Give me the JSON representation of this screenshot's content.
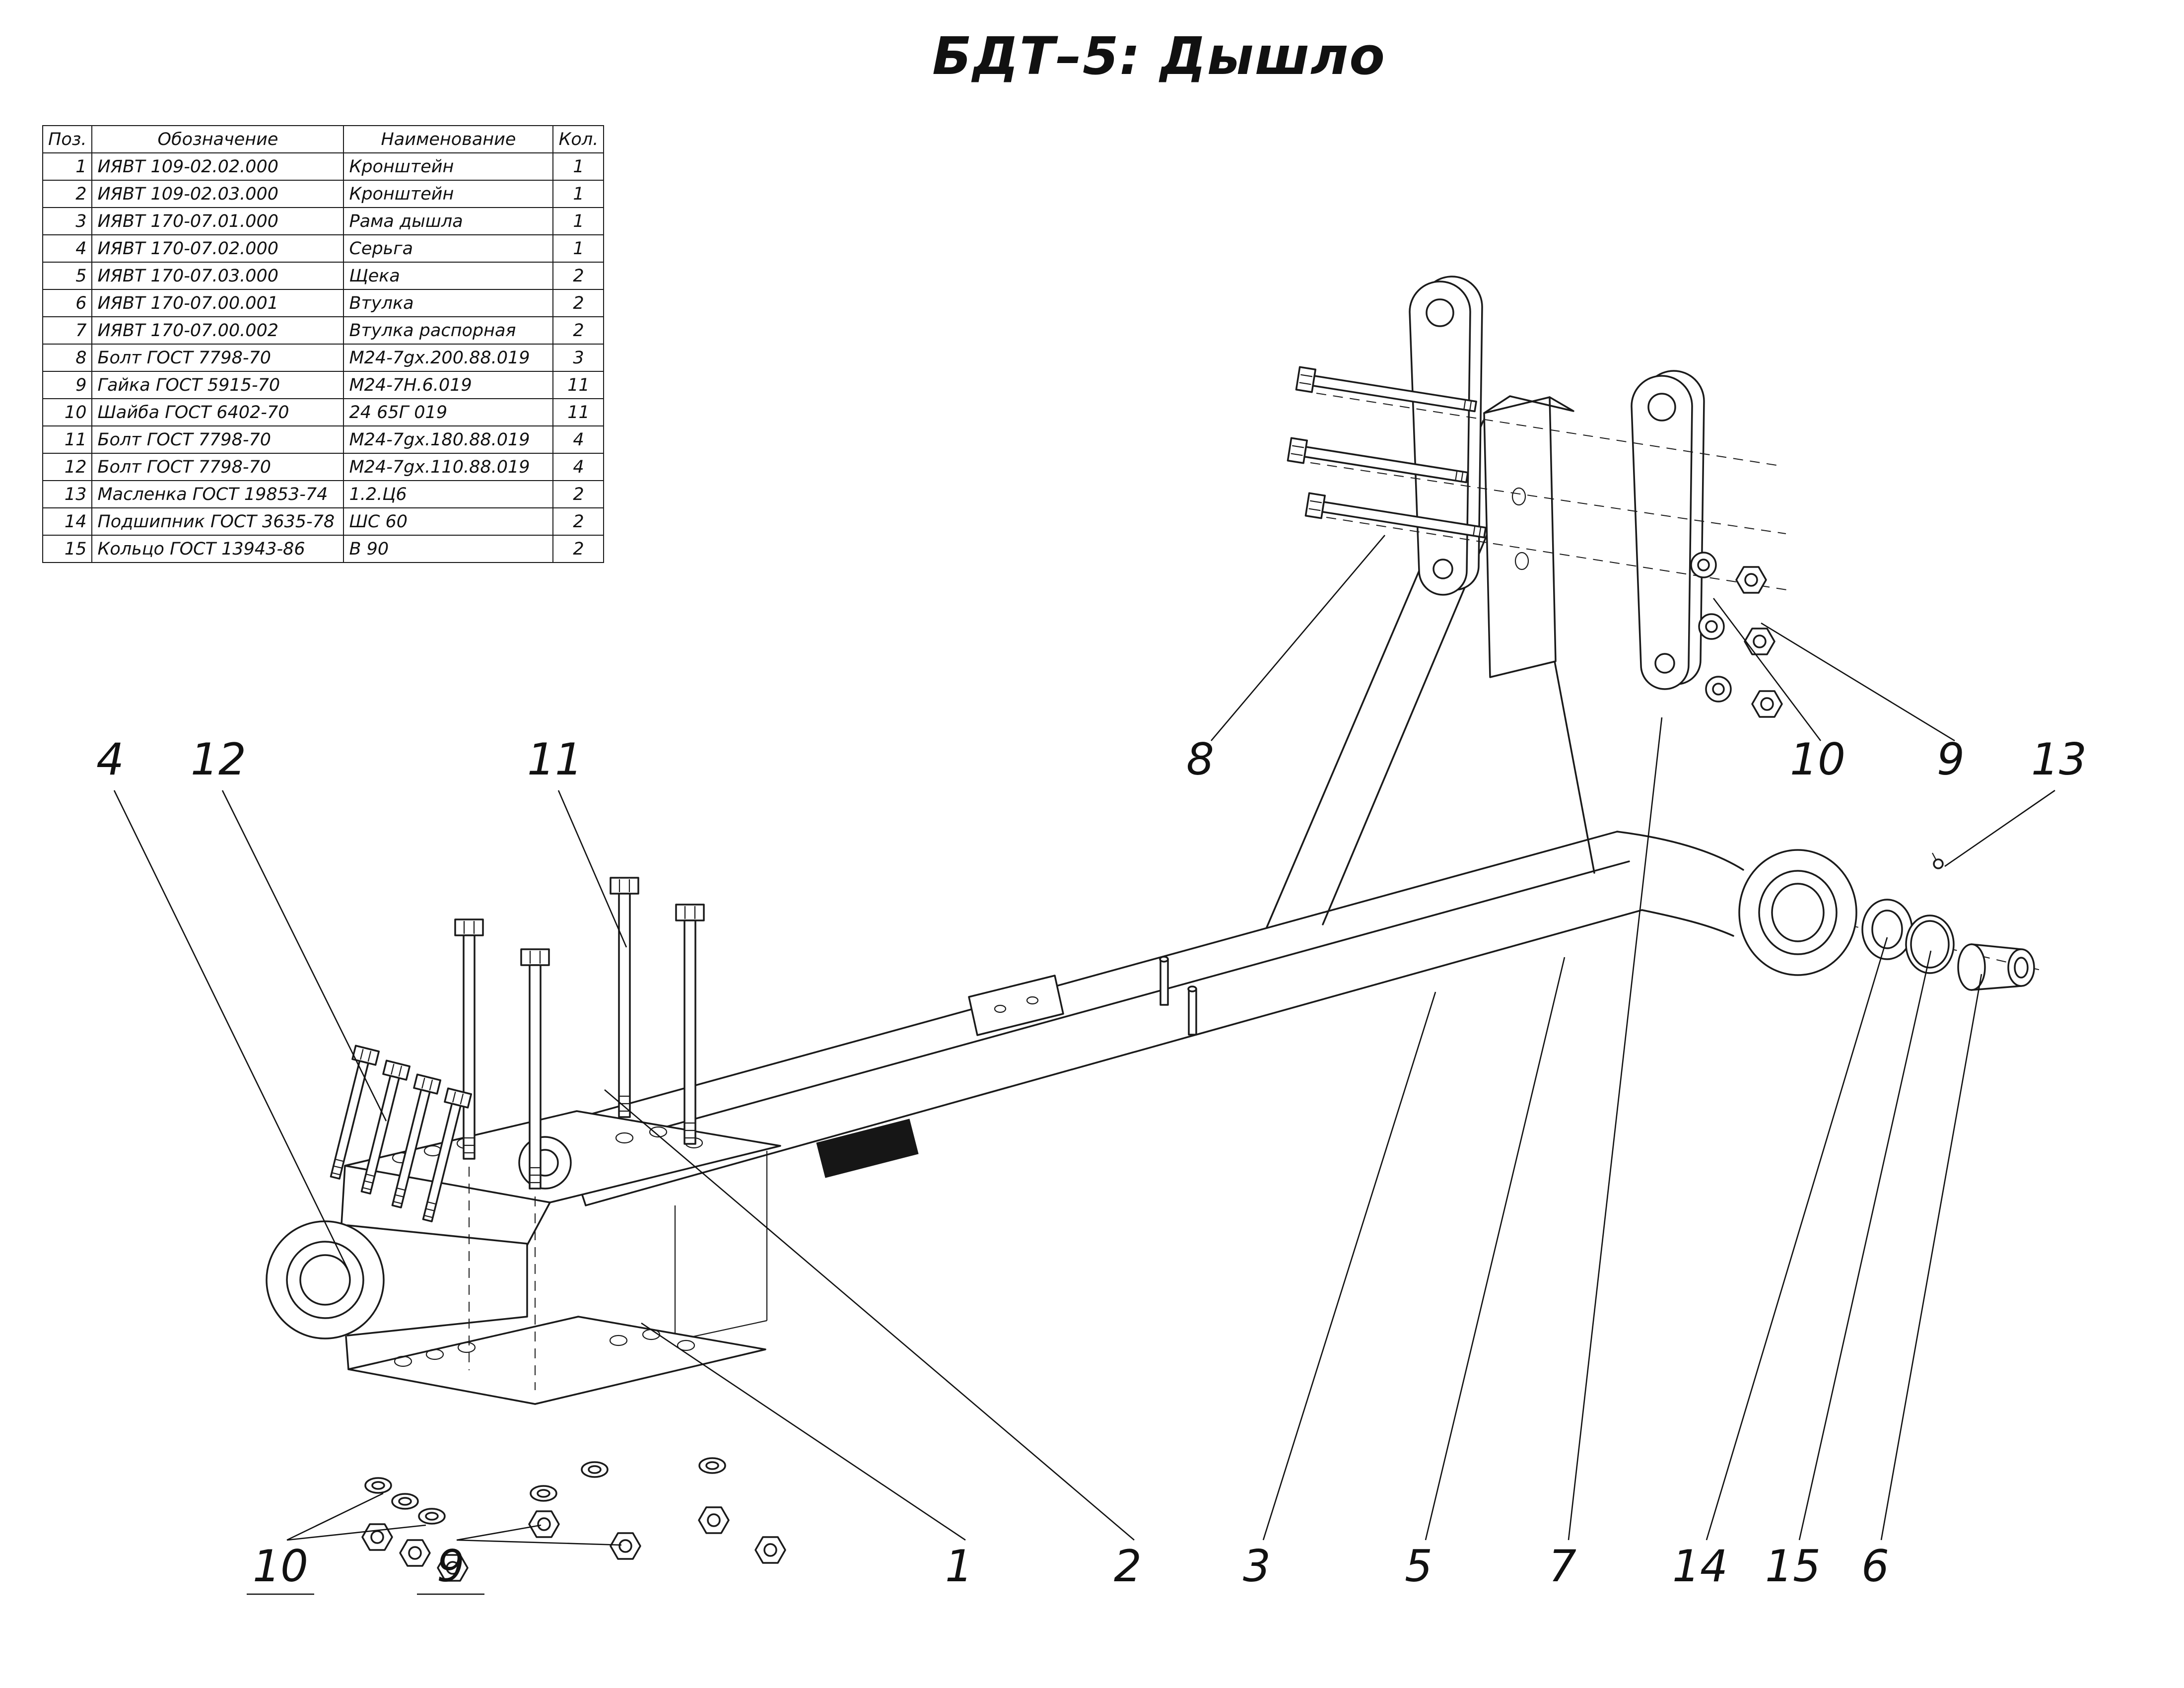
{
  "title": "БДТ–5: Дышло",
  "table": {
    "headers": [
      "Поз.",
      "Обозначение",
      "Наименование",
      "Кол."
    ],
    "rows": [
      [
        "1",
        "ИЯВТ 109-02.02.000",
        "Кронштейн",
        "1"
      ],
      [
        "2",
        "ИЯВТ 109-02.03.000",
        "Кронштейн",
        "1"
      ],
      [
        "3",
        "ИЯВТ 170-07.01.000",
        "Рама дышла",
        "1"
      ],
      [
        "4",
        "ИЯВТ 170-07.02.000",
        "Серьга",
        "1"
      ],
      [
        "5",
        "ИЯВТ 170-07.03.000",
        "Щека",
        "2"
      ],
      [
        "6",
        "ИЯВТ 170-07.00.001",
        "Втулка",
        "2"
      ],
      [
        "7",
        "ИЯВТ 170-07.00.002",
        "Втулка распорная",
        "2"
      ],
      [
        "8",
        "Болт ГОСТ 7798-70",
        "М24-7gх.200.88.019",
        "3"
      ],
      [
        "9",
        "Гайка ГОСТ 5915-70",
        "М24-7Н.6.019",
        "11"
      ],
      [
        "10",
        "Шайба ГОСТ 6402-70",
        "24 65Г 019",
        "11"
      ],
      [
        "11",
        "Болт ГОСТ 7798-70",
        "М24-7gх.180.88.019",
        "4"
      ],
      [
        "12",
        "Болт ГОСТ 7798-70",
        "М24-7gх.110.88.019",
        "4"
      ],
      [
        "13",
        "Масленка ГОСТ 19853-74",
        "1.2.Ц6",
        "2"
      ],
      [
        "14",
        "Подшипник ГОСТ 3635-78",
        "ШС 60",
        "2"
      ],
      [
        "15",
        "Кольцо ГОСТ 13943-86",
        "В 90",
        "2"
      ]
    ]
  },
  "callouts": [
    {
      "label": "4"
    },
    {
      "label": "12"
    },
    {
      "label": "11"
    },
    {
      "label": "8"
    },
    {
      "label": "10"
    },
    {
      "label": "9"
    },
    {
      "label": "13"
    },
    {
      "label": "10"
    },
    {
      "label": "9"
    },
    {
      "label": "1"
    },
    {
      "label": "2"
    },
    {
      "label": "3"
    },
    {
      "label": "5"
    },
    {
      "label": "7"
    },
    {
      "label": "14"
    },
    {
      "label": "15"
    },
    {
      "label": "6"
    }
  ]
}
